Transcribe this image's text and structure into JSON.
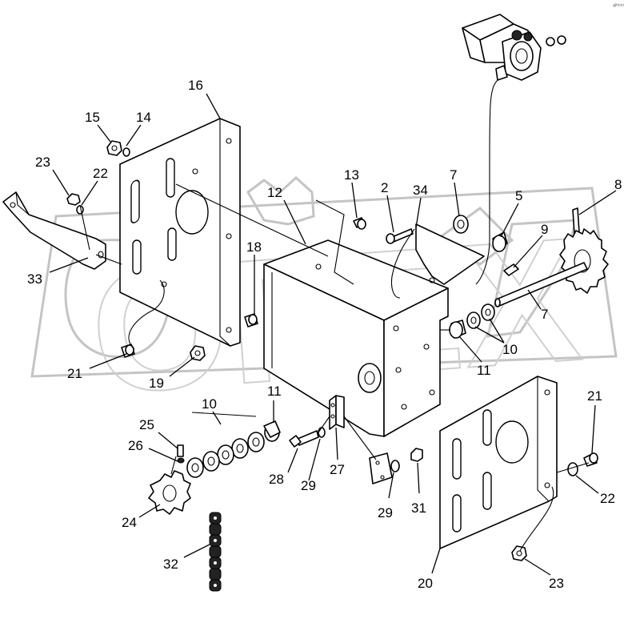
{
  "watermark": "OPEX",
  "corner_code": "ᵃᴾ⁰⁰⁰",
  "callouts": [
    {
      "id": "c16",
      "label": "16"
    },
    {
      "id": "c15",
      "label": "15"
    },
    {
      "id": "c14",
      "label": "14"
    },
    {
      "id": "c23a",
      "label": "23"
    },
    {
      "id": "c22a",
      "label": "22"
    },
    {
      "id": "c33",
      "label": "33"
    },
    {
      "id": "c13",
      "label": "13"
    },
    {
      "id": "c12",
      "label": "12"
    },
    {
      "id": "c2",
      "label": "2"
    },
    {
      "id": "c34",
      "label": "34"
    },
    {
      "id": "c7a",
      "label": "7"
    },
    {
      "id": "c8",
      "label": "8"
    },
    {
      "id": "c5",
      "label": "5"
    },
    {
      "id": "c9",
      "label": "9"
    },
    {
      "id": "c7b",
      "label": "7"
    },
    {
      "id": "c18",
      "label": "18"
    },
    {
      "id": "c10a",
      "label": "10"
    },
    {
      "id": "c11a",
      "label": "11"
    },
    {
      "id": "c21a",
      "label": "21"
    },
    {
      "id": "c19",
      "label": "19"
    },
    {
      "id": "c10b",
      "label": "10"
    },
    {
      "id": "c11b",
      "label": "11"
    },
    {
      "id": "c25",
      "label": "25"
    },
    {
      "id": "c26",
      "label": "26"
    },
    {
      "id": "c28",
      "label": "28"
    },
    {
      "id": "c29a",
      "label": "29"
    },
    {
      "id": "c27",
      "label": "27"
    },
    {
      "id": "c29b",
      "label": "29"
    },
    {
      "id": "c31",
      "label": "31"
    },
    {
      "id": "c21b",
      "label": "21"
    },
    {
      "id": "c22b",
      "label": "22"
    },
    {
      "id": "c24",
      "label": "24"
    },
    {
      "id": "c32",
      "label": "32"
    },
    {
      "id": "c20",
      "label": "20"
    },
    {
      "id": "c23b",
      "label": "23"
    }
  ]
}
